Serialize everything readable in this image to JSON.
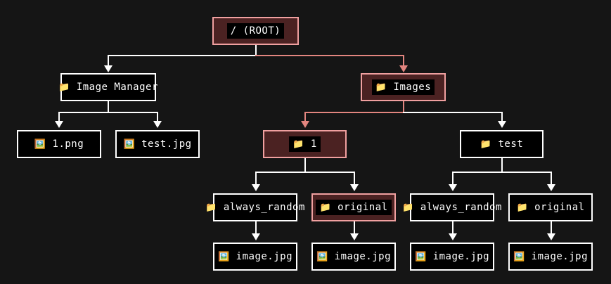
{
  "diagram": {
    "title": "directory-tree",
    "background_color": "#151515",
    "normal_border_color": "#ffffff",
    "normal_fill_color": "#000000",
    "highlight_border_color": "#f0a0a0",
    "highlight_fill_color": "#4b2222",
    "edge_color": "#ffffff",
    "highlight_edge_color": "#e2857f",
    "icons": {
      "folder": "📁",
      "image": "🖼️"
    },
    "nodes": [
      {
        "id": "root",
        "label": "/ (ROOT)",
        "icon": "",
        "highlighted": true
      },
      {
        "id": "image-manager",
        "label": "Image Manager",
        "icon": "folder",
        "highlighted": false
      },
      {
        "id": "images",
        "label": "Images",
        "icon": "folder",
        "highlighted": true
      },
      {
        "id": "file-1png",
        "label": "1.png",
        "icon": "image",
        "highlighted": false
      },
      {
        "id": "file-testjpg",
        "label": "test.jpg",
        "icon": "image",
        "highlighted": false
      },
      {
        "id": "folder-1",
        "label": "1",
        "icon": "folder",
        "highlighted": true
      },
      {
        "id": "folder-test",
        "label": "test",
        "icon": "folder",
        "highlighted": false
      },
      {
        "id": "ar-1",
        "label": "always_random",
        "icon": "folder",
        "highlighted": false
      },
      {
        "id": "orig-1",
        "label": "original",
        "icon": "folder",
        "highlighted": true
      },
      {
        "id": "ar-test",
        "label": "always_random",
        "icon": "folder",
        "highlighted": false
      },
      {
        "id": "orig-test",
        "label": "original",
        "icon": "folder",
        "highlighted": false
      },
      {
        "id": "img-ar-1",
        "label": "image.jpg",
        "icon": "image",
        "highlighted": false
      },
      {
        "id": "img-orig-1",
        "label": "image.jpg",
        "icon": "image",
        "highlighted": false
      },
      {
        "id": "img-ar-test",
        "label": "image.jpg",
        "icon": "image",
        "highlighted": false
      },
      {
        "id": "img-orig-test",
        "label": "image.jpg",
        "icon": "image",
        "highlighted": false
      }
    ]
  }
}
